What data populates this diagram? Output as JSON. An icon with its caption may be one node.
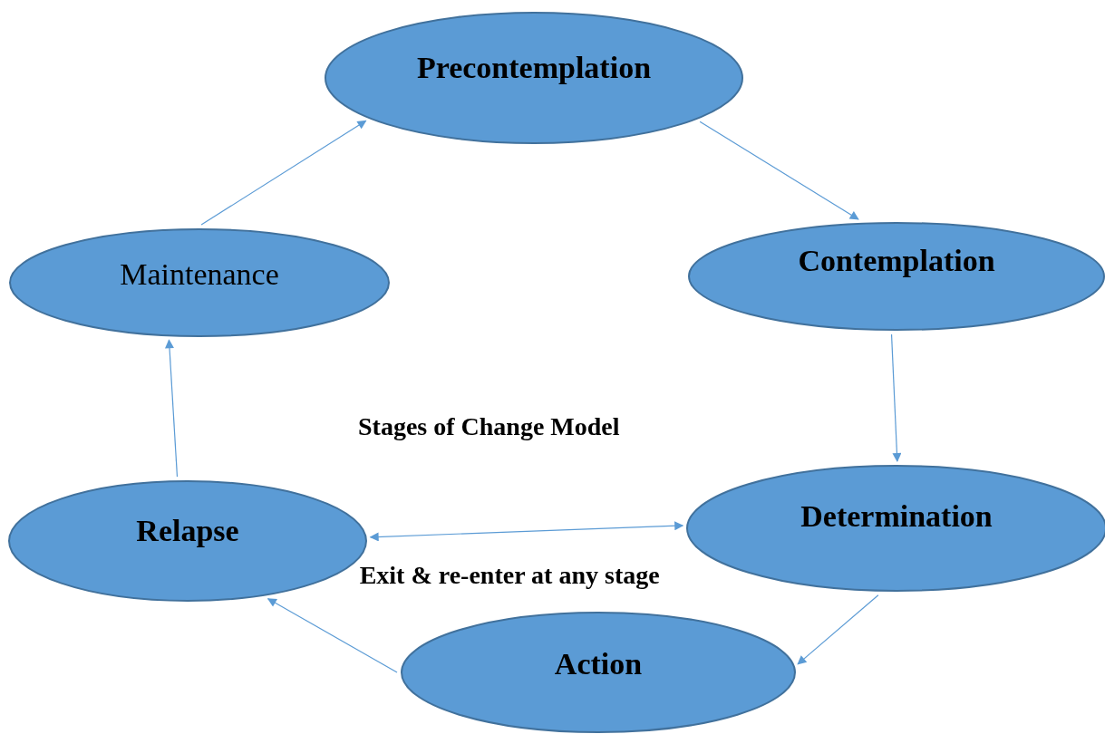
{
  "diagram": {
    "title": "Stages of Change Model",
    "nodes": [
      {
        "text": [
          "Precontemplation"
        ]
      },
      {
        "text": [
          "Contemplation"
        ]
      },
      {
        "text": [
          "Maintenance"
        ]
      },
      {
        "text": [
          "Determination"
        ]
      },
      {
        "text": [
          "Relapse"
        ]
      },
      {
        "text": [
          "Action"
        ]
      }
    ],
    "edges": [
      {
        "from": 0,
        "to": 1,
        "arrow": "to"
      },
      {
        "from": 1,
        "to": 3,
        "arrow": "to"
      },
      {
        "from": 3,
        "to": 5,
        "arrow": "to"
      },
      {
        "from": 5,
        "to": 4,
        "arrow": "to"
      },
      {
        "from": 4,
        "to": 2,
        "arrow": "to"
      },
      {
        "from": 2,
        "to": 0,
        "arrow": "to"
      },
      {
        "from": 4,
        "to": 3,
        "arrow": "both",
        "label": "Exit & re-enter at any stage"
      }
    ]
  }
}
